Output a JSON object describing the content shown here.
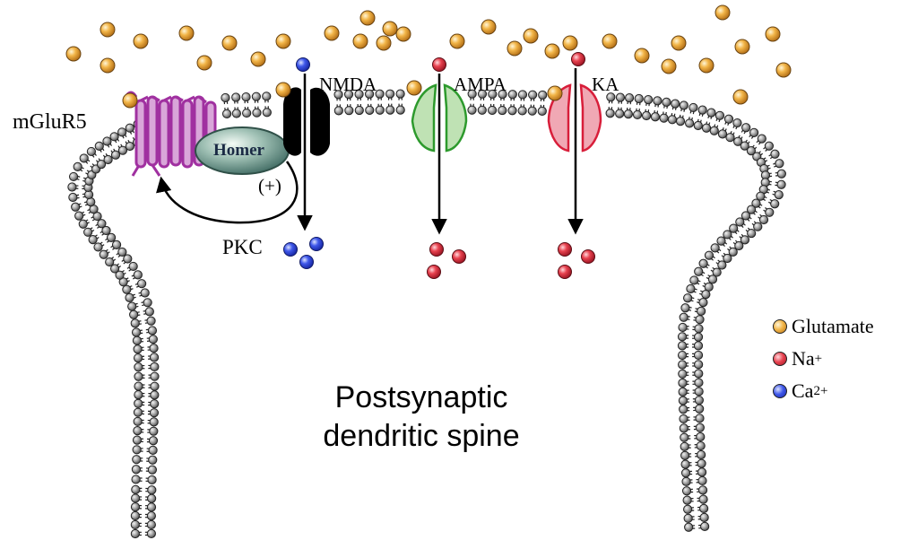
{
  "labels": {
    "mglur5": "mGluR5",
    "homer": "Homer",
    "pkc": "PKC",
    "plus": "(+)",
    "nmda": "NMDA",
    "ampa": "AMPA",
    "ka": "KA",
    "spine_line1": "Postsynaptic",
    "spine_line2": "dendritic spine"
  },
  "legend": [
    {
      "name": "Glutamate",
      "sup": "",
      "color": "#e8a23a"
    },
    {
      "name": "Na",
      "sup": "+",
      "color": "#e03a48"
    },
    {
      "name": "Ca",
      "sup": "2+",
      "color": "#3a52e0"
    }
  ],
  "colors": {
    "glutamate": "#e8a23a",
    "sodium": "#e03a48",
    "calcium": "#3a52e0",
    "mglur5": "#a030a0",
    "homer": "#5f8a82",
    "ampa": "#2d9a2d",
    "ka": "#d81e3a",
    "nmda": "#000000",
    "lipid_head": "#9a9a9a"
  }
}
